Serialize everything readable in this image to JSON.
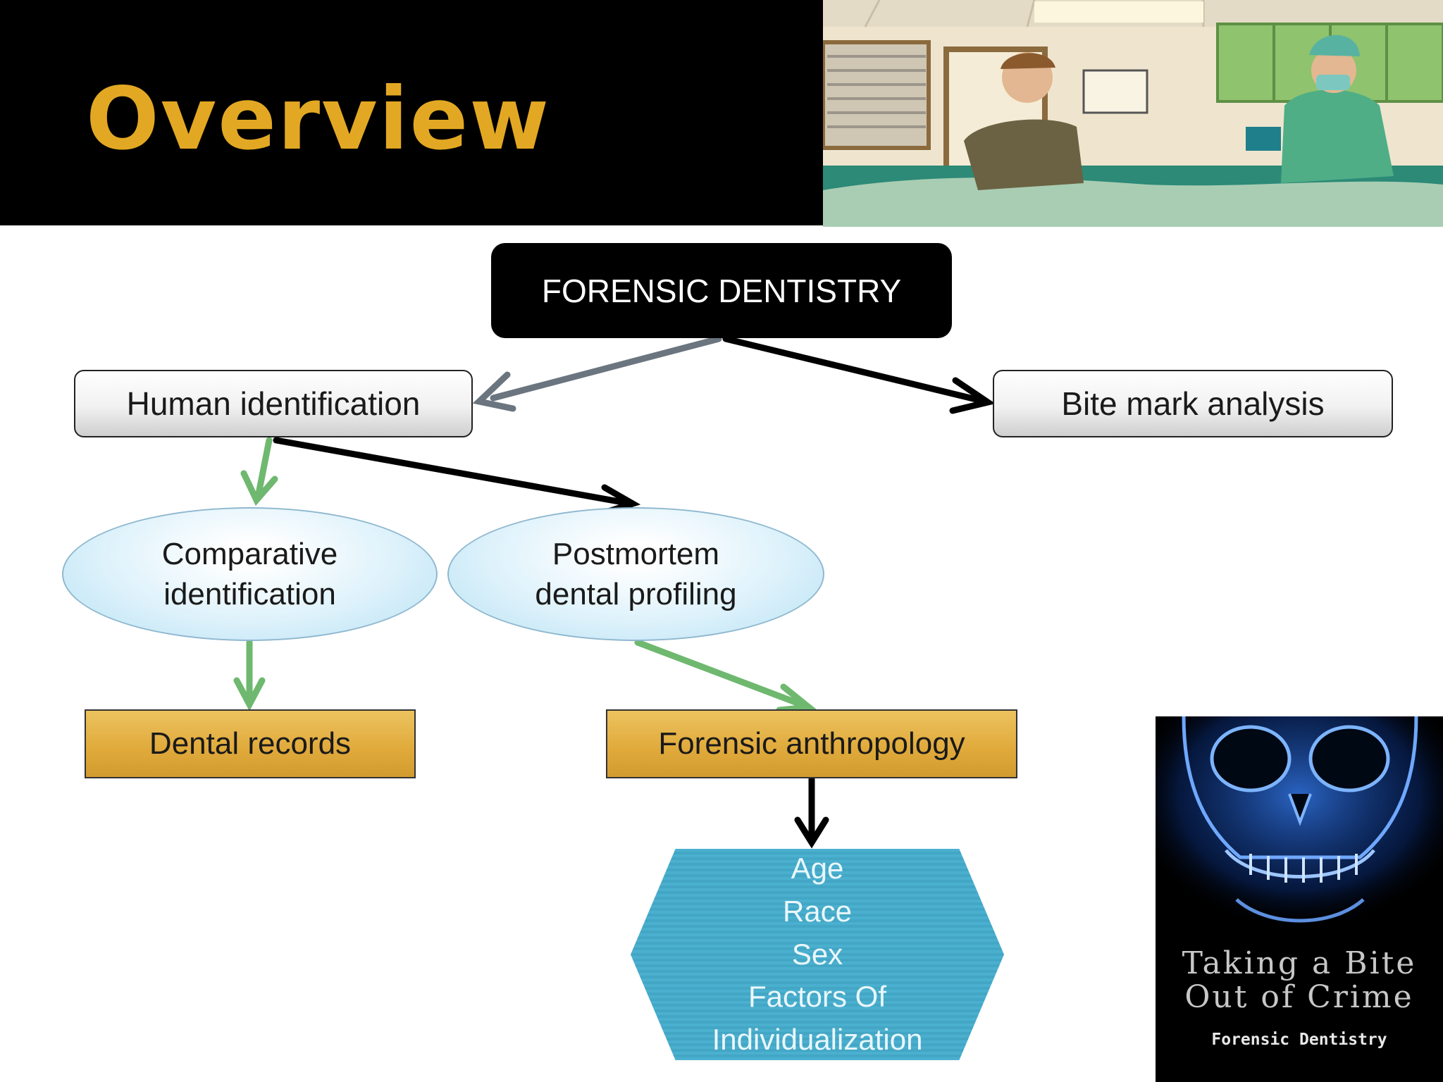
{
  "header": {
    "title": "Overview"
  },
  "diagram": {
    "root": "FORENSIC DENTISTRY",
    "level1": {
      "left": "Human identification",
      "right": "Bite mark analysis"
    },
    "level2": {
      "comparative": {
        "line1": "Comparative",
        "line2": "identification"
      },
      "postmortem": {
        "line1": "Postmortem",
        "line2": "dental profiling"
      }
    },
    "level3": {
      "records": "Dental records",
      "anthropology": "Forensic anthropology"
    },
    "attributes": [
      "Age",
      "Race",
      "Sex",
      "Factors Of",
      "Individualization"
    ]
  },
  "book_cover": {
    "title_line1": "Taking a Bite",
    "title_line2": "Out of Crime",
    "subtitle": "Forensic Dentistry"
  },
  "colors": {
    "title_gold": "#e3a823",
    "connector_green": "#6fb86f",
    "connector_grey": "#6b7580",
    "connector_black": "#000000",
    "hexagon_blue": "#4bb0cf"
  }
}
